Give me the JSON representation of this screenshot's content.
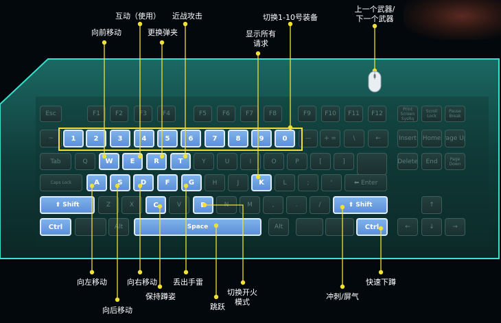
{
  "keyboard": {
    "rows": [
      [
        "Esc",
        "F1",
        "F2",
        "F3",
        "F4",
        "F5",
        "F6",
        "F7",
        "F8",
        "F9",
        "F10",
        "F11",
        "F12",
        "Print Screen SysRq",
        "Scroll Lock",
        "Pause Break"
      ],
      [
        "~",
        "1",
        "2",
        "3",
        "4",
        "5",
        "6",
        "7",
        "8",
        "9",
        "0",
        "—",
        "+ =",
        "\\",
        "←",
        "Insert",
        "Home",
        "Page Up"
      ],
      [
        "Tab",
        "Q",
        "W",
        "E",
        "R",
        "T",
        "Y",
        "U",
        "I",
        "O",
        "P",
        "[",
        "]",
        "Delete",
        "End",
        "Page Down"
      ],
      [
        "Caps Lock",
        "A",
        "S",
        "D",
        "F",
        "G",
        "H",
        "J",
        "K",
        "L",
        ";",
        "'",
        "Enter"
      ],
      [
        "Shift",
        "Z",
        "X",
        "C",
        "V",
        "B",
        "N",
        "M",
        ",",
        ".",
        "/",
        "Shift",
        "↑"
      ],
      [
        "Ctrl",
        "Alt",
        "Space",
        "Alt",
        "Ctrl",
        "←",
        "↓",
        "→"
      ]
    ],
    "highlighted": [
      "1",
      "2",
      "3",
      "4",
      "5",
      "6",
      "7",
      "8",
      "9",
      "0",
      "W",
      "E",
      "R",
      "T",
      "A",
      "S",
      "D",
      "F",
      "G",
      "K",
      "C",
      "B",
      "Shift",
      "Ctrl",
      "Space"
    ]
  },
  "labels": {
    "interact": "互动（使用）",
    "melee": "近战攻击",
    "switch_gear": "切换1-10号装备",
    "prev_next_weapon": "上一个武器/\n下一个武器",
    "forward": "向前移动",
    "reload": "更换弹夹",
    "show_requests": "显示所有\n请求",
    "left": "向左移动",
    "right": "向右移动",
    "grenade": "丢出手雷",
    "crouch_hold": "保持蹲姿",
    "fire_mode": "切换开火\n模式",
    "backward": "向后移动",
    "jump": "跳跃",
    "sprint": "冲刺/屏气",
    "quick_crouch": "快速下蹲"
  },
  "colors": {
    "panel": "#15534f",
    "panel_edge": "#3ae0cf",
    "key_highlight": "#6f9fe0",
    "callout_line": "#f2e03a",
    "label_text": "#ffffff"
  },
  "icons": {
    "mouse": "mouse-icon",
    "shift_arrow": "up-arrow-icon",
    "enter_arrow": "left-arrow-icon"
  }
}
